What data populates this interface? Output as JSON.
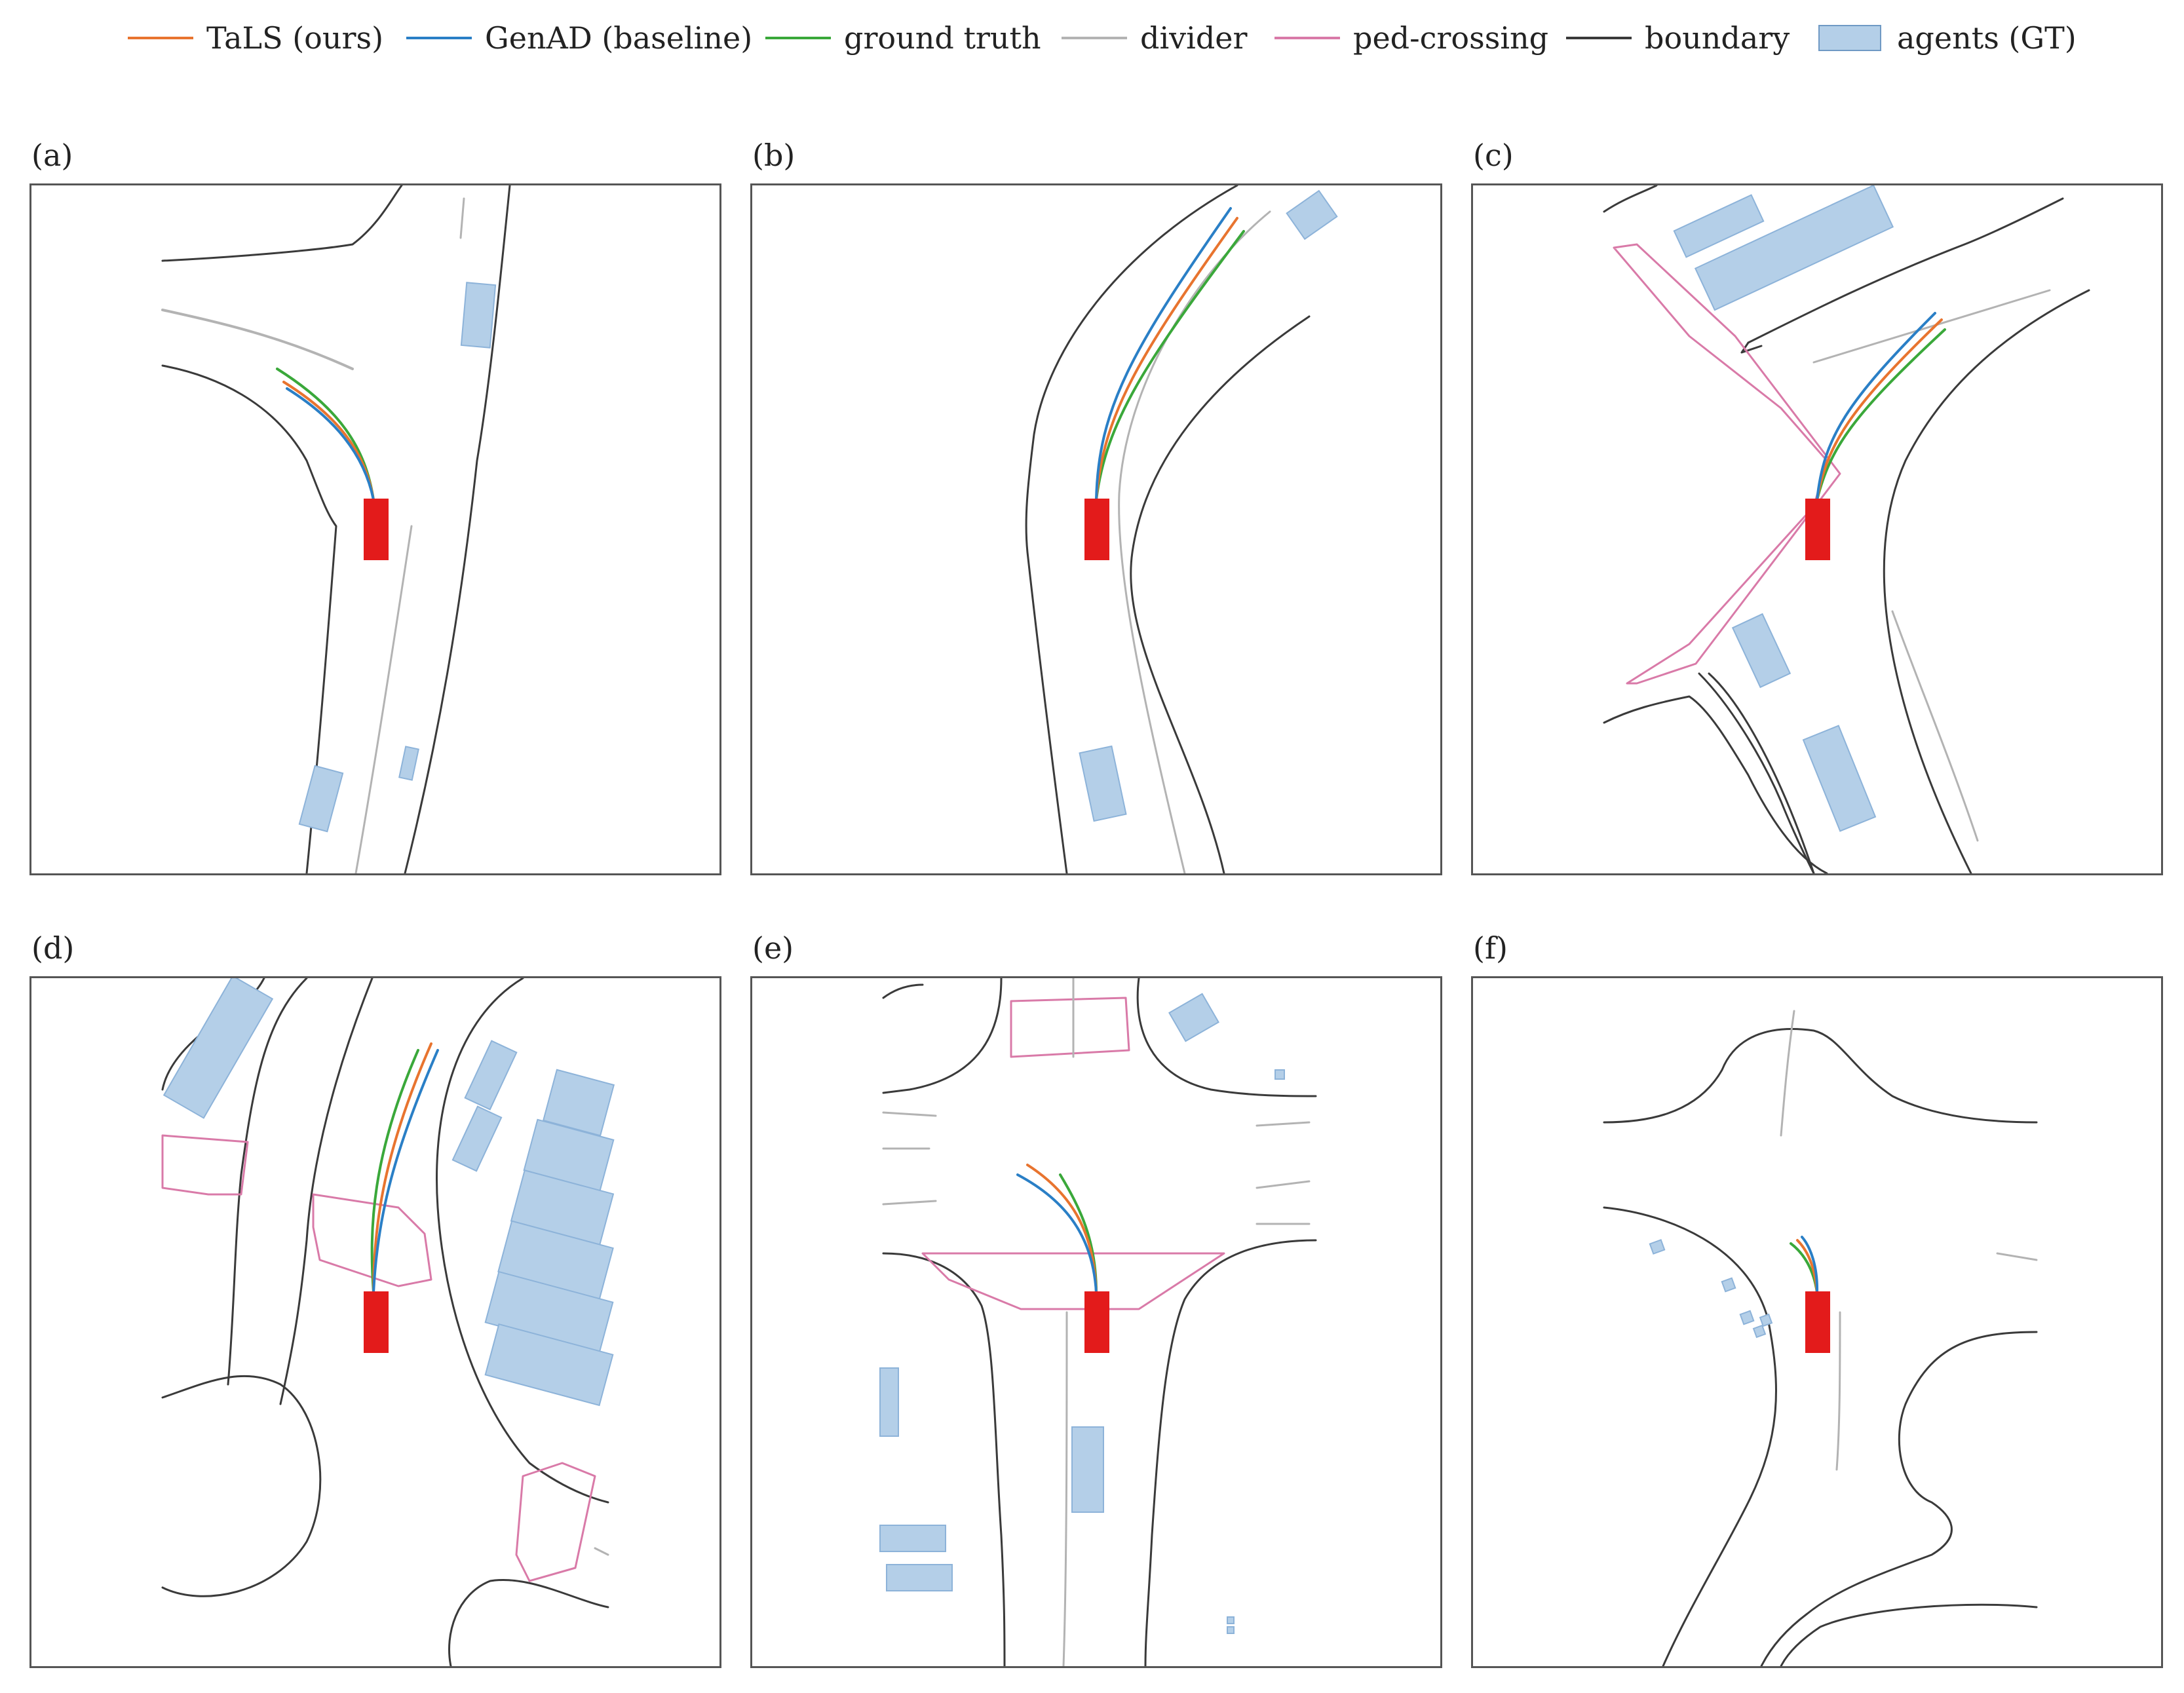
{
  "legend": [
    {
      "key": "tals",
      "label": "TaLS (ours)",
      "color": "#e8742f",
      "kind": "line"
    },
    {
      "key": "genad",
      "label": "GenAD (baseline)",
      "color": "#2a7fc6",
      "kind": "line"
    },
    {
      "key": "gt",
      "label": "ground truth",
      "color": "#3aa83a",
      "kind": "line"
    },
    {
      "key": "divider",
      "label": "divider",
      "color": "#b3b3b3",
      "kind": "line"
    },
    {
      "key": "ped",
      "label": "ped-crossing",
      "color": "#d97aa8",
      "kind": "line"
    },
    {
      "key": "boundary",
      "label": "boundary",
      "color": "#3a3a3a",
      "kind": "line"
    },
    {
      "key": "agents",
      "label": "agents (GT)",
      "color": "#b4cfe8",
      "kind": "box"
    }
  ],
  "panels": [
    {
      "id": "a",
      "label": "(a)"
    },
    {
      "id": "b",
      "label": "(b)"
    },
    {
      "id": "c",
      "label": "(c)"
    },
    {
      "id": "d",
      "label": "(d)"
    },
    {
      "id": "e",
      "label": "(e)"
    },
    {
      "id": "f",
      "label": "(f)"
    }
  ],
  "colors": {
    "ego": "#e31b1b",
    "agent_fill": "#b4cfe8",
    "agent_stroke": "#8db3d9",
    "panel_border": "#555555"
  }
}
